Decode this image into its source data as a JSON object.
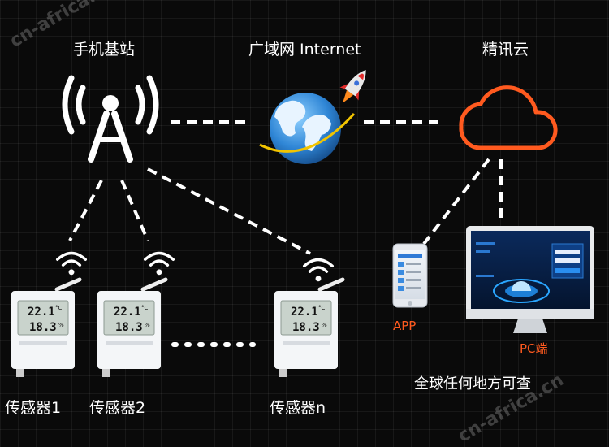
{
  "labels": {
    "base_station": "手机基站",
    "internet": "广域网 Internet",
    "cloud": "精讯云",
    "app": "APP",
    "pc": "PC端",
    "global_access": "全球任何地方可查",
    "sensor_1": "传感器1",
    "sensor_2": "传感器2",
    "sensor_n": "传感器n"
  },
  "sensor_display": {
    "temperature": "22.1",
    "humidity": "18.3",
    "temp_unit": "°C",
    "hum_unit": "%"
  },
  "watermark": "cn-africa.cn",
  "icons": [
    "cell-tower-icon",
    "globe-icon",
    "rocket-icon",
    "cloud-icon",
    "smartphone-icon",
    "monitor-icon",
    "wifi-signal-icon"
  ],
  "colors": {
    "accent_orange": "#ff5a1f",
    "line": "#ffffff",
    "background": "#0a0a0a"
  }
}
